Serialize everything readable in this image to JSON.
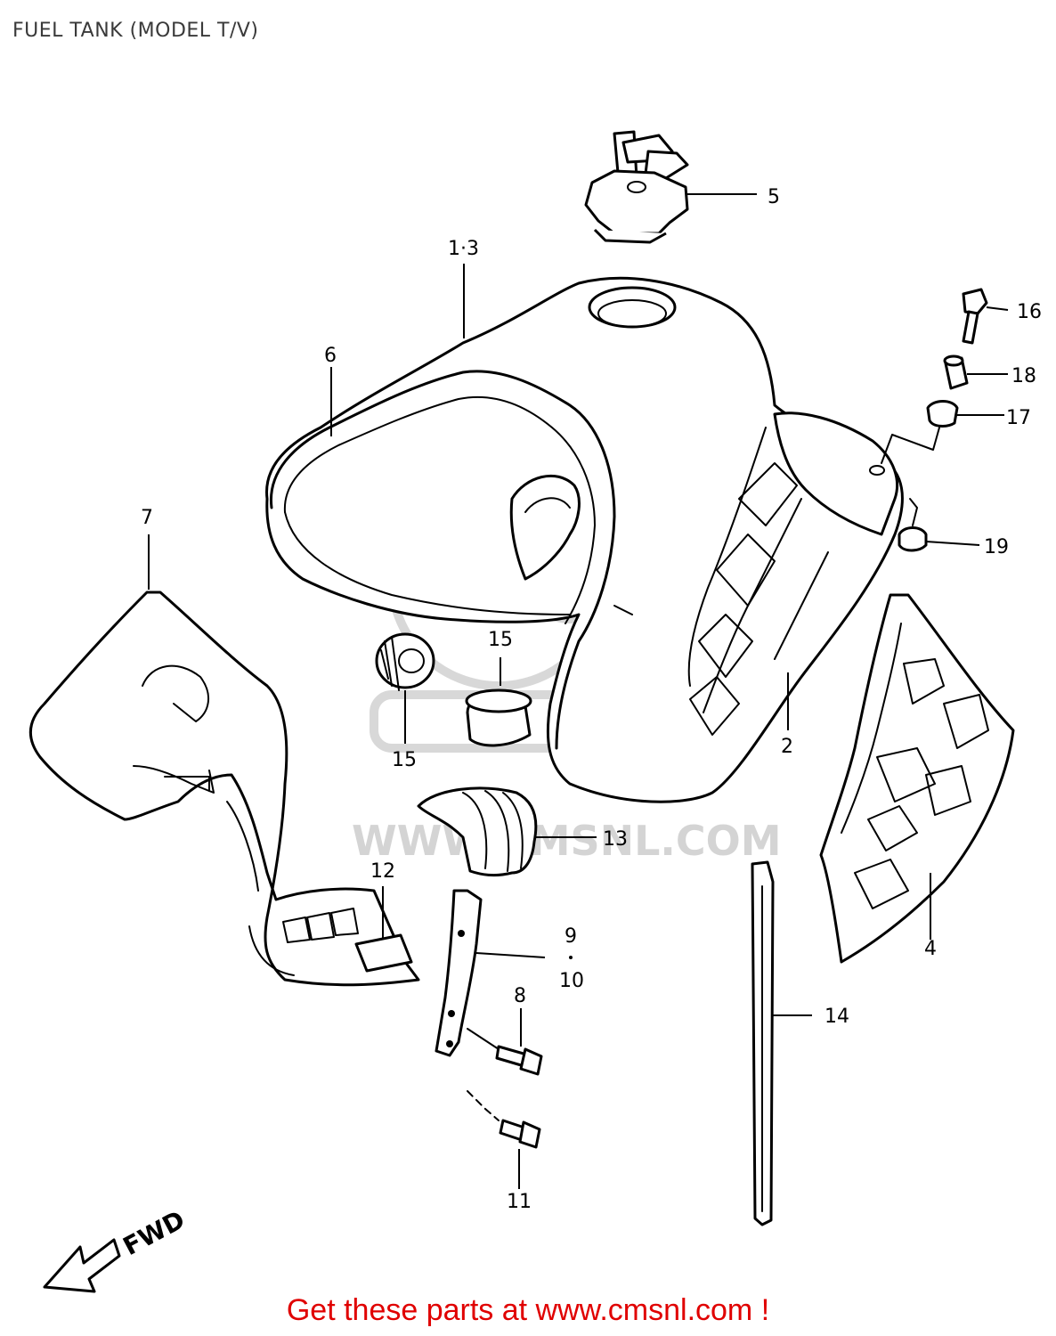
{
  "title": "FUEL TANK (MODEL T/V)",
  "watermark": "WWW.CMSNL.COM",
  "direction_label": "FWD",
  "footer": "Get these parts at www.cmsnl.com !",
  "callouts": {
    "c1_3": "1·3",
    "c2": "2",
    "c4": "4",
    "c5": "5",
    "c6": "6",
    "c7": "7",
    "c8": "8",
    "c9": "9",
    "c10": "10",
    "c11": "11",
    "c12": "12",
    "c13": "13",
    "c14": "14",
    "c15a": "15",
    "c15b": "15",
    "c16": "16",
    "c17": "17",
    "c18": "18",
    "c19": "19"
  },
  "colors": {
    "footer": "#e00000",
    "line": "#000000",
    "watermark": "#d4d4d4"
  }
}
